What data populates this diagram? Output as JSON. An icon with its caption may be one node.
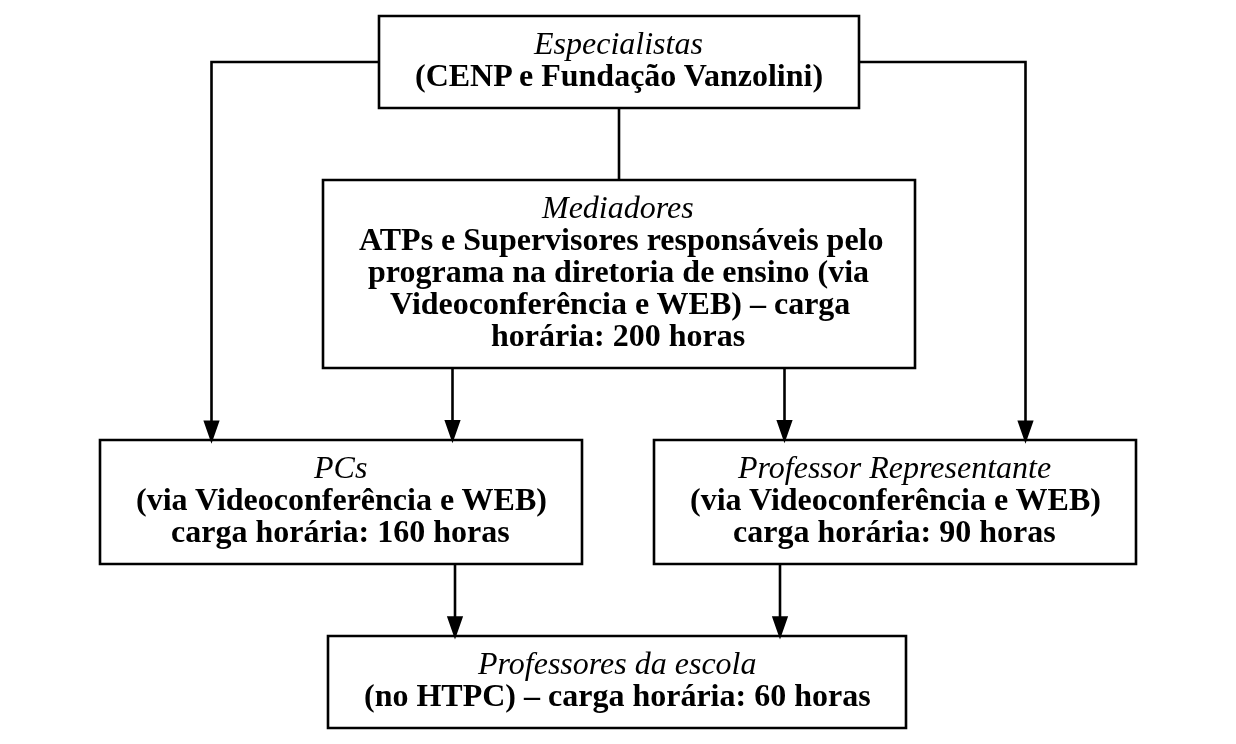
{
  "diagram": {
    "nodes": [
      {
        "text": [
          "Especialistas",
          "(CENP e Fundação Vanzolini)"
        ]
      },
      {
        "text": [
          "Mediadores",
          "ATPs e Supervisores responsáveis pelo programa na diretoria de ensino (via Videoconferência e WEB) – carga horária: 200 horas"
        ]
      },
      {
        "text": [
          "PCs",
          "(via Videoconferência e WEB) carga horária: 160 horas"
        ]
      },
      {
        "text": [
          "Professor Representante",
          "(via Videoconferência e WEB) carga horária: 90 horas"
        ]
      },
      {
        "text": [
          "Professores da escola",
          "(no HTPC) – carga horária: 60 horas"
        ]
      }
    ],
    "edges": [
      {
        "from": 0,
        "to": 1,
        "arrow": "none"
      },
      {
        "from": 0,
        "to": 2,
        "arrow": "to"
      },
      {
        "from": 0,
        "to": 3,
        "arrow": "to"
      },
      {
        "from": 1,
        "to": 2,
        "arrow": "to"
      },
      {
        "from": 1,
        "to": 3,
        "arrow": "to"
      },
      {
        "from": 2,
        "to": 4,
        "arrow": "to"
      },
      {
        "from": 3,
        "to": 4,
        "arrow": "to"
      }
    ]
  }
}
